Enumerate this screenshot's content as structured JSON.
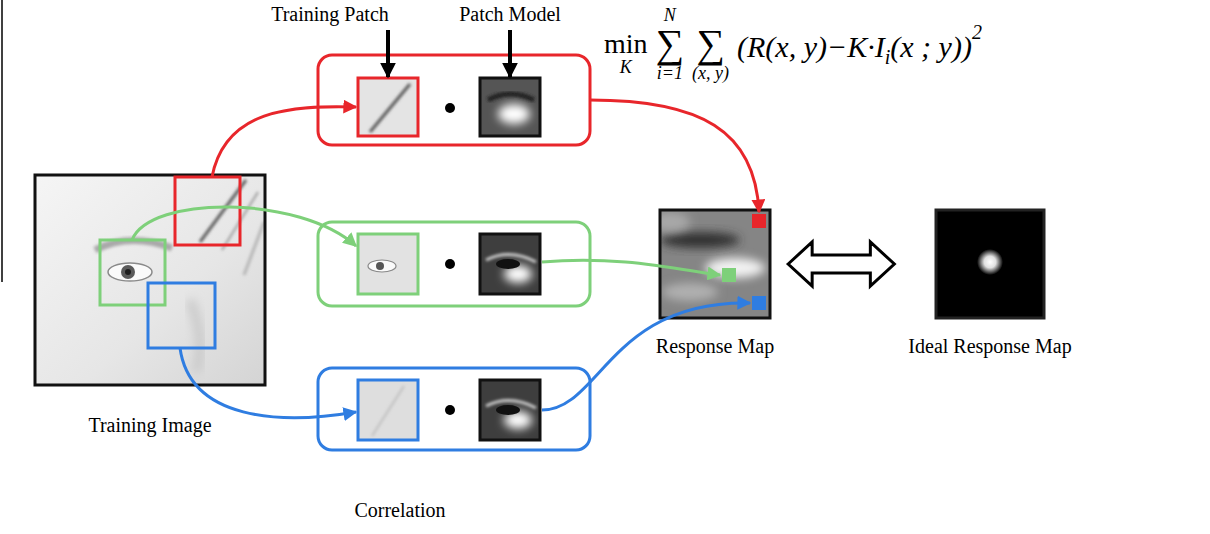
{
  "diagram": {
    "nodes": [
      {
        "text": [
          "Training Image"
        ]
      },
      {
        "text": [
          "Response Map"
        ]
      },
      {
        "text": [
          "Ideal Response Map"
        ]
      }
    ],
    "edges": [
      {
        "from": 1,
        "to": 2,
        "arrow": "both"
      }
    ],
    "labels": [
      "Training Patch",
      "Patch Model",
      "min",
      "K",
      "∑",
      "N",
      "i=1",
      "∑",
      "(x, y)",
      "(R(x, y)−K·I",
      "i",
      "(x ; y))",
      "2",
      "Correlation"
    ]
  }
}
